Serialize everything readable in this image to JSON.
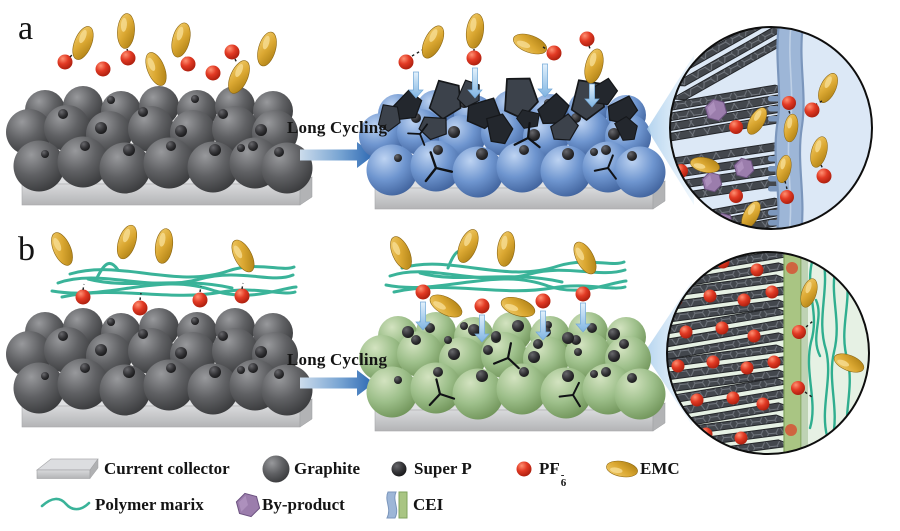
{
  "figure": {
    "panel_a": {
      "label": "a",
      "arrow_label": "Long Cycling"
    },
    "panel_b": {
      "label": "b",
      "arrow_label": "Long Cycling"
    }
  },
  "legend": {
    "row1": [
      {
        "id": "current-collector",
        "label": "Current collector"
      },
      {
        "id": "graphite",
        "label": "Graphite"
      },
      {
        "id": "super-p",
        "label": "Super P"
      },
      {
        "id": "pf6",
        "label_base": "PF",
        "label_sub": "6",
        "label_sup": "-"
      },
      {
        "id": "emc",
        "label": "EMC"
      }
    ],
    "row2": [
      {
        "id": "polymer-matrix",
        "label": "Polymer marix"
      },
      {
        "id": "by-product",
        "label": "By-product"
      },
      {
        "id": "cei",
        "label": "CEI"
      }
    ]
  },
  "palette": {
    "graphite_sphere": "#5d5e61",
    "super_p": "#2c2c2e",
    "cycled_blue_sphere": "#6e95cf",
    "cycled_green_sphere": "#9dbf8a",
    "pf6_red": "#e23a24",
    "emc_gold": "#dba832",
    "polymer_teal": "#3ab399",
    "by_product_purple": "#9b7dac",
    "cei_blue": "#9db6d7",
    "cei_green": "#a9c583",
    "current_collector_gray": "#c6c7c9",
    "arrow_blue": "#2b67b2",
    "inset_a_bg": "#dce8f6",
    "inset_b_bg": "#e6f1e4"
  }
}
